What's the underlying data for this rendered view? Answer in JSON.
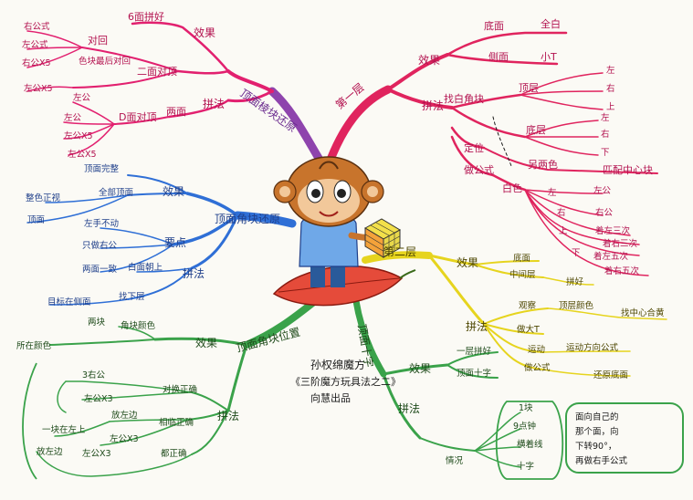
{
  "colors": {
    "pink": "#e2206f",
    "red": "#e0245e",
    "purple": "#8e44ad",
    "blue": "#2f6fd6",
    "yellow": "#e6d41e",
    "green": "#3aa24a",
    "monkey_fur": "#c8742c",
    "leaf": "#e54b3a",
    "shirt": "#6fa8e8"
  },
  "credit": {
    "line1": "孙权绵魔方",
    "line2": "《三阶魔方玩具法之二》",
    "line3": "向慧出品"
  },
  "pink_branch": {
    "title": "顶面棱块还原",
    "effect": "效果",
    "effect_top": "6面拼好",
    "method": "拼法",
    "confirm": "对回",
    "confirm_sub": "色块最后对回",
    "sub_a": "二面对顶",
    "f1": "右公式",
    "f2": "左公式",
    "f3": "右公X5",
    "f4": "左公X5",
    "two_faces": "两面",
    "back": "D面对顶",
    "left": "左公",
    "left2": "左公",
    "left_x5": "左公X5",
    "left_x5b": "左公X5"
  },
  "red_branch": {
    "title": "第一层",
    "effect": "效果",
    "bottom": "底面",
    "bottom_v": "全白",
    "side": "侧面",
    "side_v": "小T",
    "method": "拼法",
    "find": "找白角块",
    "top_layer": "顶层",
    "l1": "左",
    "l2": "右",
    "l3": "上",
    "bottom_layer": "底层",
    "l4": "左",
    "l5": "右",
    "l6": "下",
    "position": "定位",
    "other_colors": "另两色",
    "match_center": "匹配中心块",
    "formula": "做公式",
    "white": "白色",
    "w1": "左",
    "w2": "右",
    "w3": "上",
    "w4": "下",
    "f1": "左公",
    "f2": "右公",
    "f3": "着左三次",
    "f4": "着右三次",
    "f5": "着左五次",
    "f6": "着右五次"
  },
  "blue_branch": {
    "title": "顶面角块还原",
    "effect": "效果",
    "e1": "顶面完整",
    "e2": "全部顶面",
    "e3": "整色正视",
    "e4": "顶面",
    "key": "要点",
    "k1": "左手不动",
    "k2": "只做右公",
    "k3": "两面一致",
    "method": "拼法",
    "method_sub": "白面朝上",
    "find": "找下层",
    "find_sub": "目标在侧面"
  },
  "yellow_branch": {
    "title": "第二层",
    "effect": "效果",
    "bottom": "底面",
    "middle": "中间层",
    "puzzle": "拼好",
    "method": "拼法",
    "observe": "观察",
    "top_color": "顶层颜色",
    "find_match": "找中心合黄",
    "make_t": "做大T",
    "move": "运动",
    "direction": "运动方向公式",
    "do_formula": "做公式",
    "restore": "还原底面"
  },
  "bottom_yellow": {
    "title": "顶面十字",
    "effect": "效果",
    "one": "一层拼好",
    "two": "顶面十字",
    "method": "拼法",
    "case": "情况",
    "c1": "1块",
    "c2": "9点钟",
    "c3": "横着线",
    "c4": "十字",
    "note": "面向自己的 那个面，向 下转90°， 再做右手公式"
  },
  "green_branch": {
    "title": "顶面角块位置",
    "effect": "效果",
    "e1": "所在颜色",
    "e2": "两块",
    "e3": "角块颜色",
    "method": "拼法",
    "m1": "对换正确",
    "m2": "相临正确",
    "m3": "都正确",
    "f1": "3右公",
    "f2": "左公X3",
    "f3": "放左边",
    "f4": "左公X3",
    "f5": "一块在左上",
    "f6": "放左边",
    "f7": "左公X3"
  }
}
